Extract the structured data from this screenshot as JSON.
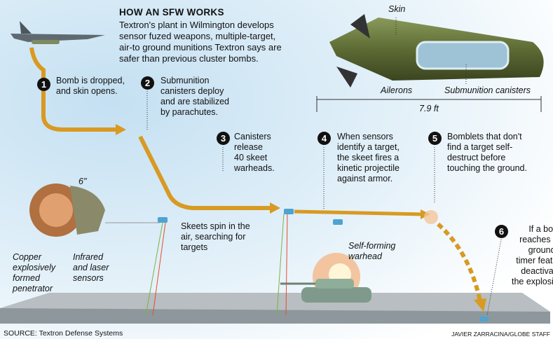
{
  "title": "HOW AN SFW WORKS",
  "description": "Textron's plant in Wilmington develops\nsensor fuzed weapons, multiple-target,\nair-to ground munitions Textron says are\nsafer than previous cluster bombs.",
  "bomb_labels": {
    "skin": "Skin",
    "ailerons": "Ailerons",
    "canisters": "Submunition canisters",
    "length": "7.9 ft"
  },
  "steps": [
    {
      "num": "1",
      "text": "Bomb is dropped,\nand skin opens."
    },
    {
      "num": "2",
      "text": "Submunition\ncanisters deploy\nand are stabilized\nby parachutes."
    },
    {
      "num": "3",
      "text": "Canisters\nrelease\n40 skeet\nwarheads."
    },
    {
      "num": "4",
      "text": "When sensors\nidentify a target,\nthe skeet fires a\nkinetic projectile\nagainst armor."
    },
    {
      "num": "5",
      "text": "Bomblets that don't\nfind a target self-\ndestruct before\ntouching the ground."
    },
    {
      "num": "6",
      "text": "If a bomb\nreaches the\nground, a\ntimer feature\ndeactivates\nthe explosive."
    }
  ],
  "skeet_text": "Skeets spin in the\nair, searching for\ntargets",
  "warhead_label": "Self-forming\nwarhead",
  "skeet_detail": {
    "size": "6\"",
    "penetrator": "Copper\nexplosively\nformed\npenetrator",
    "sensors": "Infrared\nand laser\nsensors"
  },
  "source": "SOURCE: Textron Defense Systems",
  "credit": "JAVIER ZARRACINA/GLOBE STAFF",
  "colors": {
    "path": "#d89a22",
    "sky": "#cfe6f4",
    "ground": "#b5bcc0"
  }
}
